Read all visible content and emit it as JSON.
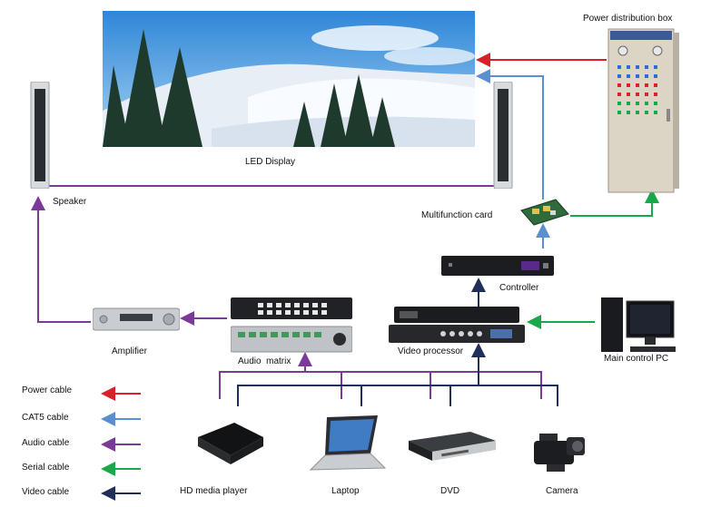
{
  "labels": {
    "power_box": "Power distribution box",
    "led_display": "LED Display",
    "speaker": "Speaker",
    "multifunction_card": "Multifunction card",
    "controller": "Controller",
    "amplifier": "Amplifier",
    "audio_matrix": "Audio  matrix",
    "video_processor": "Video processor",
    "main_pc": "Main control PC",
    "hd_player": "HD media player",
    "laptop": "Laptop",
    "dvd": "DVD",
    "camera": "Camera"
  },
  "legend": [
    {
      "label": "Power cable",
      "color": "#d9212a"
    },
    {
      "label": "CAT5 cable",
      "color": "#5b8fd0"
    },
    {
      "label": "Audio cable",
      "color": "#7b3a9a"
    },
    {
      "label": "Serial cable",
      "color": "#1aa64a"
    },
    {
      "label": "Video cable",
      "color": "#1f2f5a"
    }
  ],
  "colors": {
    "power": "#d9212a",
    "cat5": "#5b8fd0",
    "audio": "#7b3a9a",
    "serial": "#1aa64a",
    "video": "#1f2f5a"
  }
}
